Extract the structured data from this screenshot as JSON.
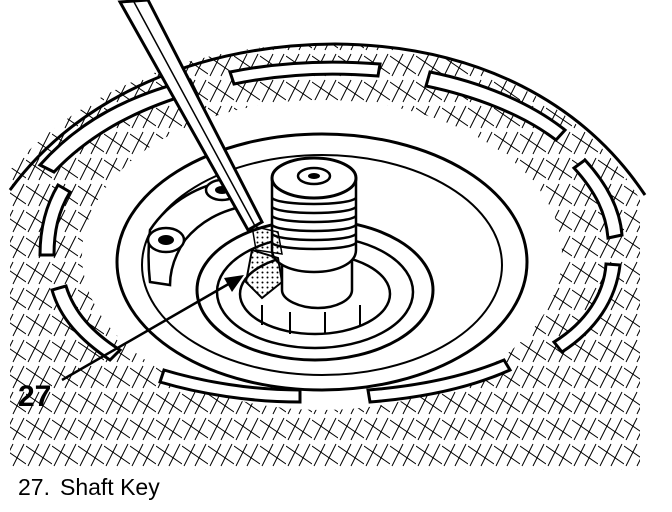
{
  "figure": {
    "callout_number": "27",
    "caption": {
      "number": "27.",
      "text": "Shaft Key"
    }
  }
}
